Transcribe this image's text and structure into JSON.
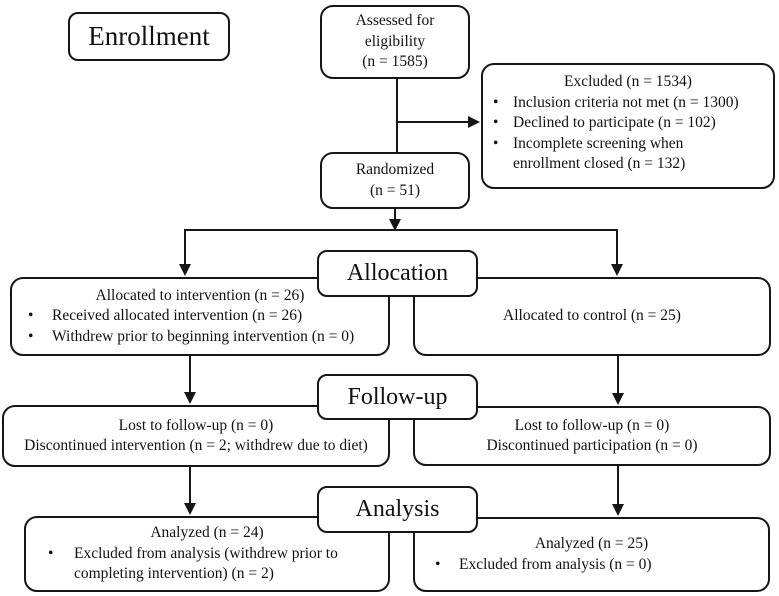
{
  "diagram": {
    "type": "consort-flow",
    "colors": {
      "border": "#161616",
      "background": "#ffffff",
      "text": "#111111"
    },
    "stage_labels": {
      "enrollment": "Enrollment",
      "allocation": "Allocation",
      "followup": "Follow-up",
      "analysis": "Analysis"
    },
    "boxes": {
      "assessed": {
        "line1": "Assessed for",
        "line2": "eligibility",
        "line3": "(n = 1585)"
      },
      "excluded": {
        "title": "Excluded (n = 1534)",
        "bullets": [
          "Inclusion criteria not met (n = 1300)",
          "Declined to participate (n = 102)",
          "Incomplete screening when enrollment closed (n = 132)"
        ]
      },
      "randomized": {
        "line1": "Randomized",
        "line2": "(n = 51)"
      },
      "allocated_intervention": {
        "title": "Allocated to intervention (n = 26)",
        "bullets": [
          "Received allocated intervention (n = 26)",
          "Withdrew prior to beginning intervention (n = 0)"
        ]
      },
      "allocated_control": {
        "title": "Allocated to control (n = 25)"
      },
      "followup_intervention": {
        "line1": "Lost to follow-up (n = 0)",
        "line2": "Discontinued intervention (n = 2; withdrew due to diet)"
      },
      "followup_control": {
        "line1": "Lost to follow-up (n = 0)",
        "line2": "Discontinued participation (n = 0)"
      },
      "analyzed_intervention": {
        "title": "Analyzed (n = 24)",
        "bullets": [
          "Excluded from analysis (withdrew prior to completing intervention) (n = 2)"
        ]
      },
      "analyzed_control": {
        "title": "Analyzed (n = 25)",
        "bullets": [
          "Excluded from analysis (n = 0)"
        ]
      }
    }
  }
}
